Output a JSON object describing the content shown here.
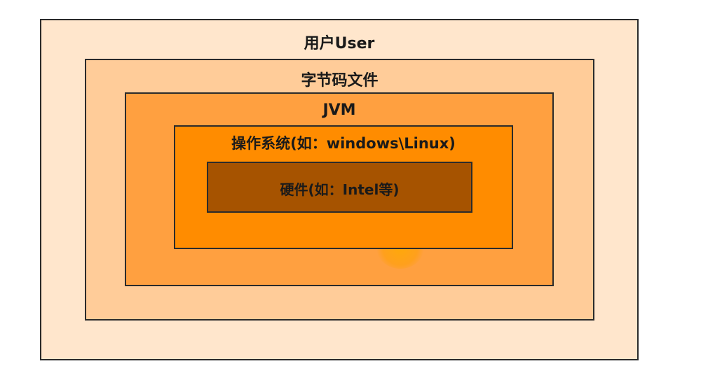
{
  "diagram": {
    "layers": [
      {
        "id": "user",
        "label": "用户User",
        "color": "#FFE6CC"
      },
      {
        "id": "bytecode",
        "label": "字节码文件",
        "color": "#FFCC99"
      },
      {
        "id": "jvm",
        "label": "JVM",
        "color": "#FFA040"
      },
      {
        "id": "os",
        "label": "操作系统(如：windows\\Linux)",
        "color": "#FF8C00"
      },
      {
        "id": "hardware",
        "label": "硬件(如：Intel等)",
        "color": "#A65300"
      }
    ]
  }
}
